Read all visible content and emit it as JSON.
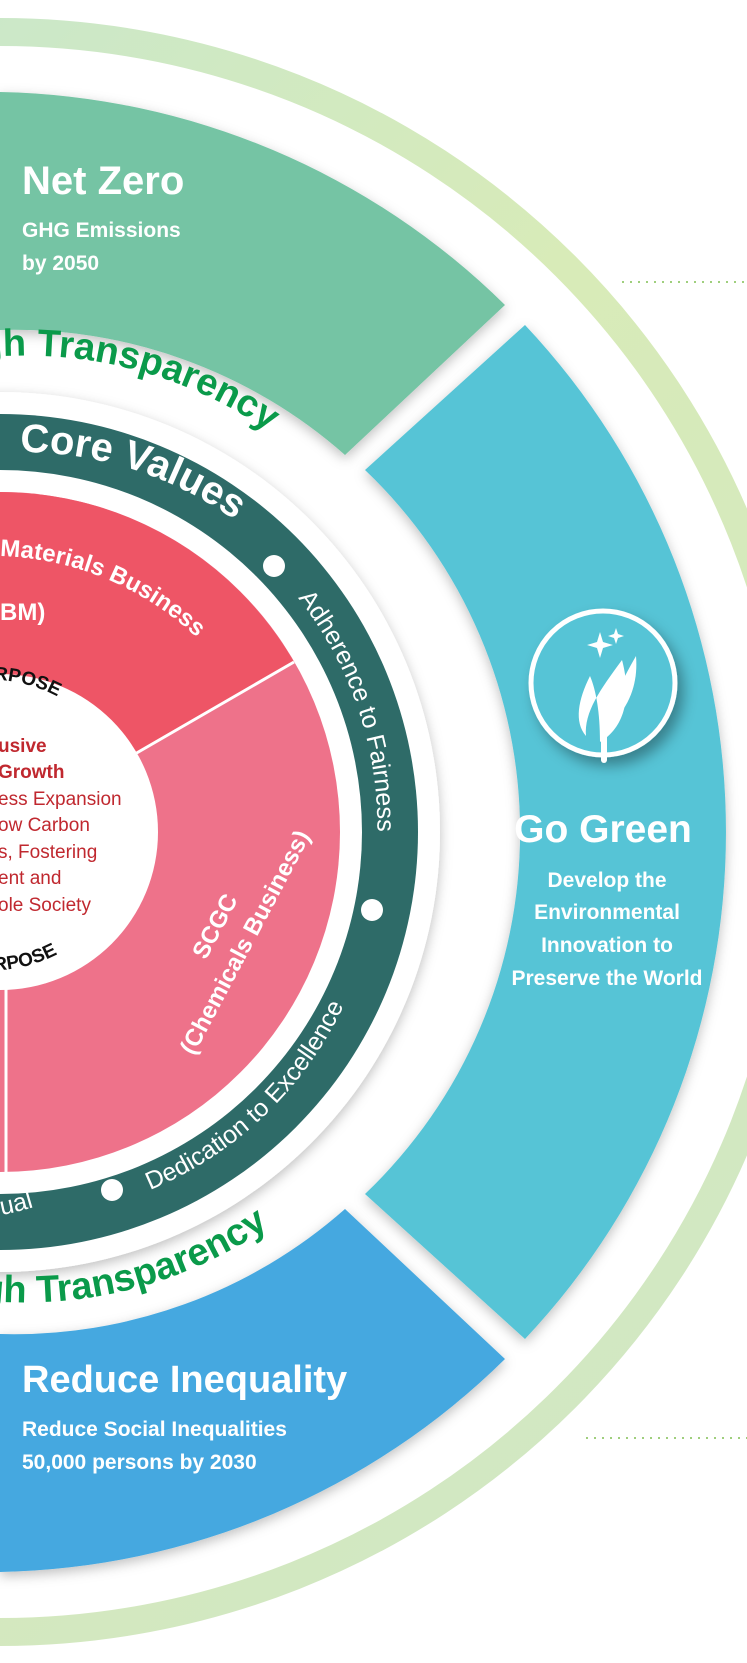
{
  "segments": {
    "net_zero": {
      "title": "Net Zero",
      "line1": "GHG Emissions",
      "line2": "by 2050",
      "color": "#74c4a4"
    },
    "go_green": {
      "title": "Go Green",
      "line1": "Develop the",
      "line2": "Environmental",
      "line3": "Innovation to",
      "line4": "Preserve the World",
      "color": "#56c4d6",
      "icon": "leaf-sparkle-icon"
    },
    "reduce_inequality": {
      "title": "Reduce Inequality",
      "line1": "Reduce Social Inequalities",
      "line2": "50,000 persons by 2030",
      "color": "#44a8e0"
    }
  },
  "transparency": {
    "top": "gh Transparency",
    "bottom": "gh Transparency",
    "color": "#0a9a4a"
  },
  "core_values": {
    "title": "Core Values",
    "value1": "Adherence to Fairness",
    "value2": "Dedication to Excellence",
    "value3": "vidual",
    "color": "#2e6b68"
  },
  "businesses": {
    "cbm_line1": "Materials Business",
    "cbm_line2": "BM)",
    "scgc_line1": "SCGC",
    "scgc_line2": "(Chemicals Business)",
    "color_top": "#ee5566",
    "color_bottom": "#ee728a"
  },
  "purpose": {
    "label_top": "URPOSE",
    "label_bottom": "URPOSE",
    "line1": "usive",
    "line2": "Growth",
    "line3": "ess Expansion",
    "line4": "ow Carbon",
    "line5": "s, Fostering",
    "line6": "ent and",
    "line7": "ole Society",
    "accent": "#c0282f"
  }
}
